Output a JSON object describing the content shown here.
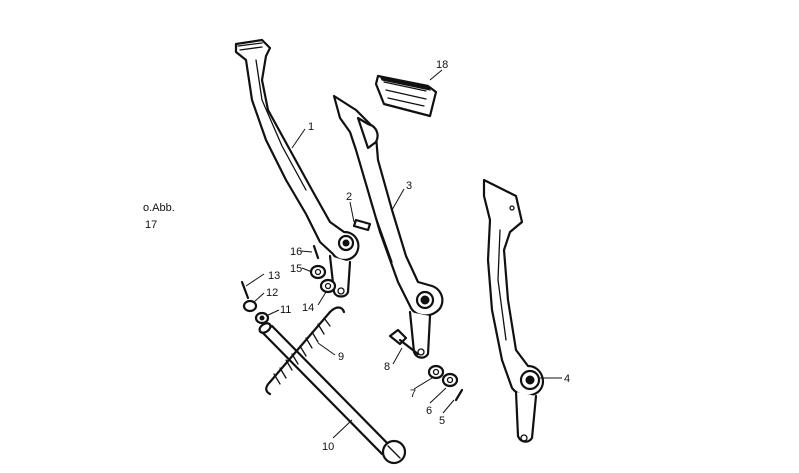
{
  "note": {
    "line1": "o.Abb.",
    "line2": "17"
  },
  "callouts": {
    "c1": "1",
    "c2": "2",
    "c3": "3",
    "c4": "4",
    "c5": "5",
    "c6": "6",
    "c7": "7",
    "c8": "8",
    "c9": "9",
    "c10": "10",
    "c11": "11",
    "c12": "12",
    "c13": "13",
    "c14": "14",
    "c15": "15",
    "c16": "16",
    "c18": "18"
  }
}
